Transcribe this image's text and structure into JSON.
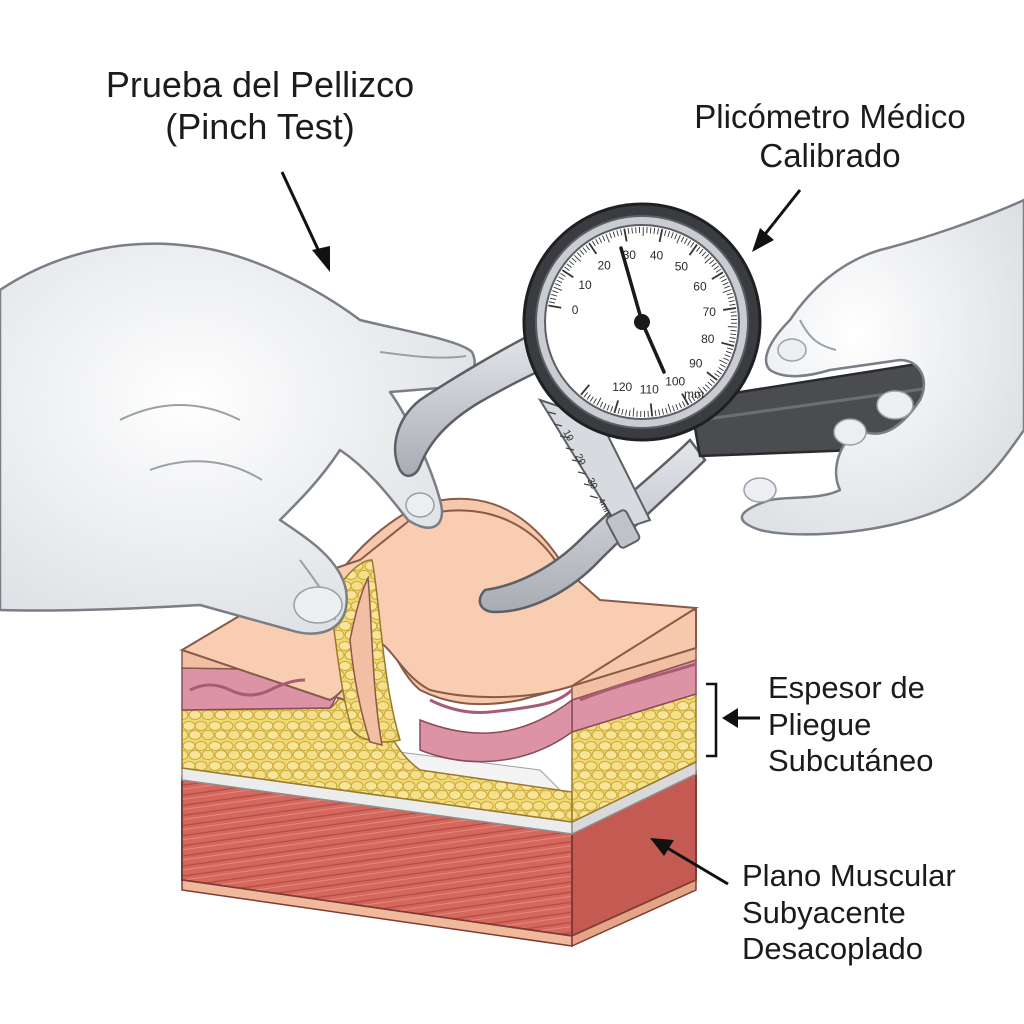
{
  "title": {
    "line1": "Prueba del Pellizco",
    "line2": "(Pinch Test)"
  },
  "device_label": {
    "line1": "Plicómetro Médico",
    "line2": "Calibrado"
  },
  "fold_label": {
    "line1": "Espesor de",
    "line2": "Pliegue",
    "line3": "Subcutáneo"
  },
  "muscle_label": {
    "line1": "Plano Muscular",
    "line2": "Subyacente",
    "line3": "Desacoplado"
  },
  "dial": {
    "ticks": [
      "0",
      "10",
      "20",
      "30",
      "40",
      "50",
      "60",
      "70",
      "80",
      "90",
      "100",
      "110",
      "120"
    ],
    "unit": "mm"
  },
  "ruler": {
    "ticks": [
      "10",
      "20",
      "30"
    ],
    "unit": "4mm"
  },
  "colors": {
    "skin": "#f3c3a7",
    "dermis": "#d98aa2",
    "fat": "#f1d874",
    "fascia": "#e6e6e6",
    "muscle": "#d8625a",
    "glove": "#f3f4f6",
    "caliper_metal": "#c9ccd1",
    "handle": "#4a4c50"
  }
}
